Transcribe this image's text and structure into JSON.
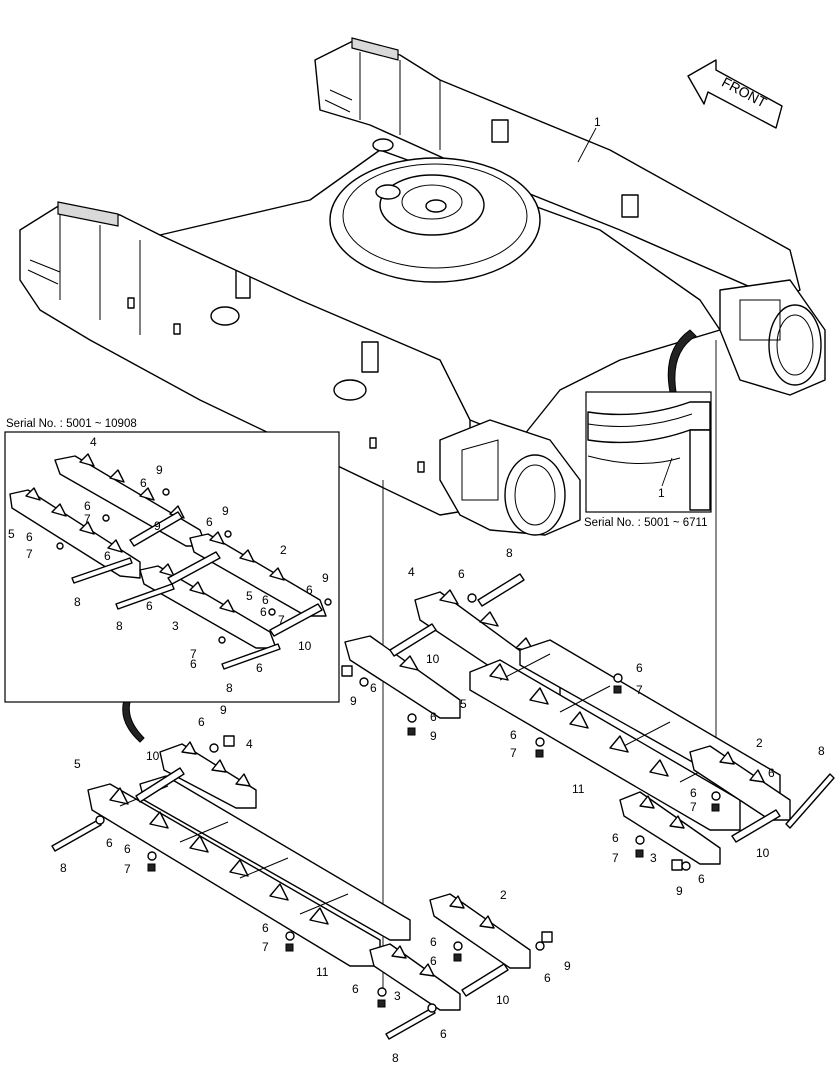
{
  "front_label": "FRONT",
  "inset_left": {
    "caption": "Serial No. : 5001 ~ 10908"
  },
  "inset_right": {
    "caption": "Serial No. : 5001 ~ 6711"
  },
  "callouts": {
    "c1": "1",
    "c1b": "1",
    "l4": "4",
    "l9a": "9",
    "l6a": "6",
    "l6b": "6",
    "l7a": "7",
    "l5": "5",
    "l6c": "6",
    "l7b": "7",
    "l6d": "6",
    "l9b": "9",
    "l9c": "9",
    "l6e": "6",
    "l2": "2",
    "l9d": "9",
    "l6f": "6",
    "l8a": "8",
    "l6g": "6",
    "l8b": "8",
    "l6h": "6",
    "l5b": "5",
    "l6i": "6",
    "l7c": "7",
    "l3": "3",
    "l10": "10",
    "l6j": "6",
    "l7d": "7",
    "l6k": "6",
    "l8c": "8",
    "r8": "8",
    "r4": "4",
    "r6": "6",
    "r10": "10",
    "r6b": "6",
    "r9": "9",
    "r5": "5",
    "r6c": "6",
    "r9b": "9",
    "r6d": "6",
    "r7": "7",
    "r6e": "6",
    "r7b": "7",
    "r11": "11",
    "r2": "2",
    "r6f": "6",
    "r8b": "8",
    "r6g": "6",
    "r7c": "7",
    "r6h": "6",
    "r7d": "7",
    "r3": "3",
    "r10b": "10",
    "r9c": "9",
    "r6i": "6",
    "b9": "9",
    "b6": "6",
    "b4": "4",
    "b10": "10",
    "b5": "5",
    "b6b": "6",
    "b8": "8",
    "b6c": "6",
    "b7": "7",
    "b11": "11",
    "b6d": "6",
    "b7b": "7",
    "b2": "2",
    "b6e": "6",
    "b6f": "6",
    "b9b": "9",
    "b6g": "6",
    "b6h": "6",
    "b3": "3",
    "b10b": "10",
    "b6i": "6",
    "b8b": "8"
  }
}
